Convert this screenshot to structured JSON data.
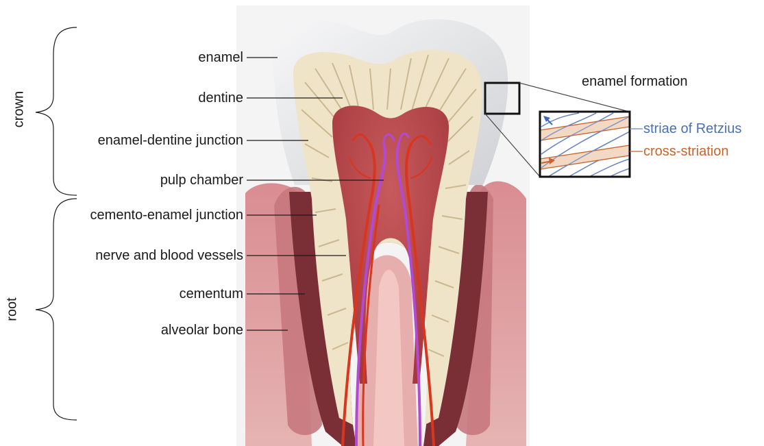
{
  "diagram": {
    "crown_label": "crown",
    "root_label": "root",
    "labels": {
      "enamel": "enamel",
      "dentine": "dentine",
      "edj": "enamel-dentine junction",
      "pulp": "pulp chamber",
      "cej": "cemento-enamel junction",
      "nerve": "nerve and blood vessels",
      "cementum": "cementum",
      "bone": "alveolar bone"
    },
    "inset": {
      "title": "enamel formation",
      "striae": "striae of Retzius",
      "cross": "cross-striation"
    },
    "colors": {
      "enamel": "#e9eaec",
      "dentine": "#efe4c8",
      "pulp": "#b8474c",
      "gum": "#e4a3a6",
      "bone": "#f0c9c6",
      "nerve": "#b24bd1",
      "vessel": "#d8361f",
      "striae": "#6b86c4",
      "cross": "#c8642b"
    }
  }
}
